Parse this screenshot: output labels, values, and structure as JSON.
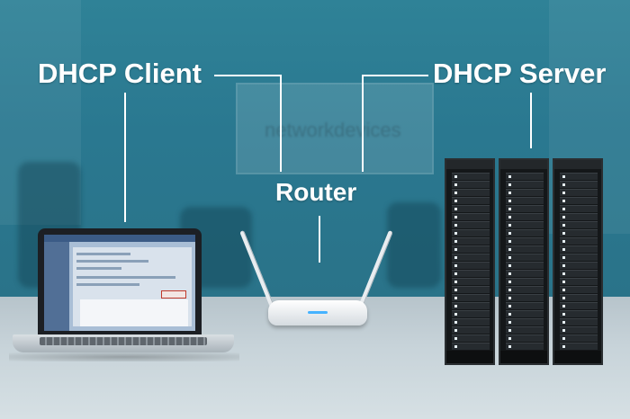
{
  "labels": {
    "client": "DHCP Client",
    "server": "DHCP Server",
    "router": "Router"
  },
  "colors": {
    "label_text": "#ffffff",
    "connector_lines": "#ffffff",
    "background_wall": "#2a7890",
    "floor": "#c7d3d9",
    "router_led": "#46b3ff"
  },
  "icons": [
    "laptop-icon",
    "router-icon",
    "server-rack-icon"
  ]
}
